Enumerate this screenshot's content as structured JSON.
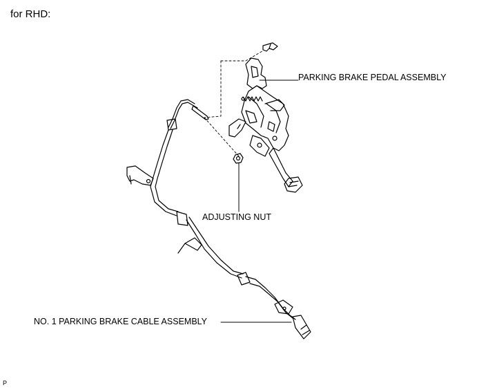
{
  "heading": "for RHD:",
  "callouts": {
    "pedal": "PARKING BRAKE PEDAL ASSEMBLY",
    "nut": "ADJUSTING NUT",
    "cable": "NO. 1 PARKING BRAKE CABLE ASSEMBLY"
  },
  "corner_mark": "P"
}
